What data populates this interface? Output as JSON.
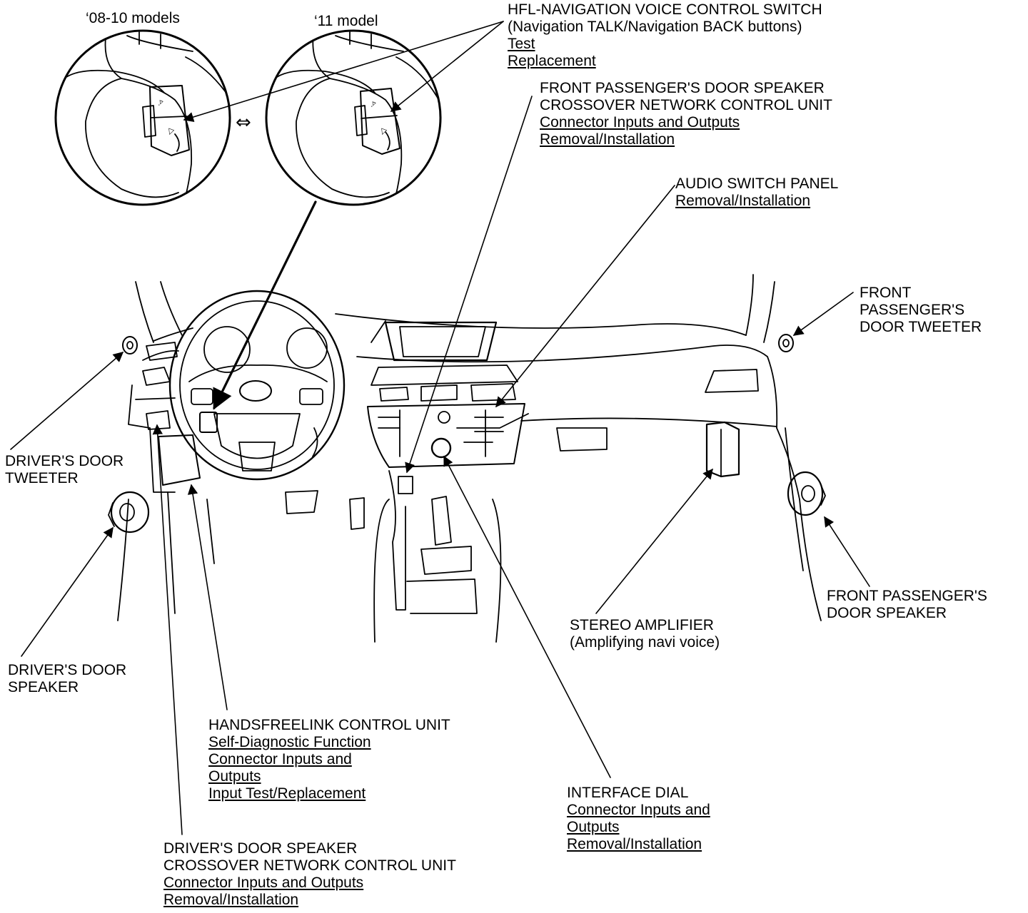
{
  "insets": {
    "left_caption": "‘08-10 models",
    "right_caption": "‘11 model",
    "switch_symbol": "⇔"
  },
  "labels": {
    "hfl_switch": {
      "title": "HFL-NAVIGATION VOICE CONTROL SWITCH",
      "subtitle": "(Navigation TALK/Navigation BACK buttons)",
      "links": [
        "Test",
        "Replacement"
      ]
    },
    "fp_crossover": {
      "title": "FRONT PASSENGER'S DOOR SPEAKER",
      "title2": "CROSSOVER NETWORK CONTROL UNIT",
      "links": [
        "Connector Inputs and Outputs",
        "Removal/Installation"
      ]
    },
    "audio_panel": {
      "title": "AUDIO SWITCH PANEL",
      "links": [
        "Removal/Installation"
      ]
    },
    "fp_tweeter": {
      "lines": [
        "FRONT",
        "PASSENGER'S",
        "DOOR TWEETER"
      ]
    },
    "d_tweeter": {
      "lines": [
        "DRIVER'S DOOR",
        "TWEETER"
      ]
    },
    "d_speaker": {
      "lines": [
        "DRIVER'S DOOR",
        "SPEAKER"
      ]
    },
    "fp_speaker": {
      "lines": [
        "FRONT PASSENGER'S",
        "DOOR SPEAKER"
      ]
    },
    "amplifier": {
      "title": "STEREO AMPLIFIER",
      "subtitle": "(Amplifying navi voice)"
    },
    "hfl_unit": {
      "title": "HANDSFREELINK CONTROL UNIT",
      "links": [
        "Self-Diagnostic Function",
        "Connector Inputs and",
        "Outputs",
        "Input Test/Replacement"
      ]
    },
    "interface_dial": {
      "title": "INTERFACE DIAL",
      "links": [
        "Connector Inputs and",
        "Outputs",
        "Removal/Installation"
      ]
    },
    "d_crossover": {
      "title": "DRIVER'S DOOR SPEAKER",
      "title2": "CROSSOVER NETWORK CONTROL UNIT",
      "links": [
        "Connector Inputs and Outputs",
        "Removal/Installation"
      ]
    }
  },
  "switch_glyphs": {
    "talk": "ᐧ◃",
    "back": "◁"
  }
}
